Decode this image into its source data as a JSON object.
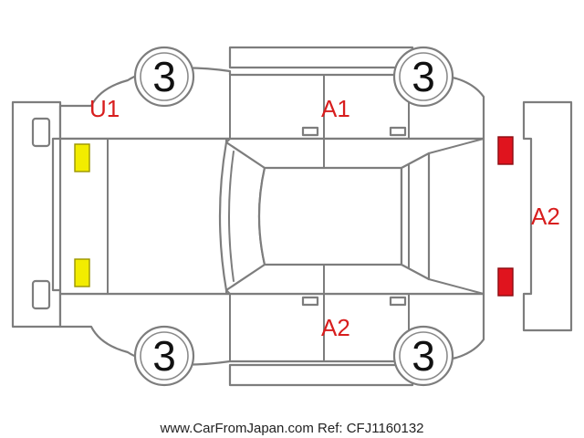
{
  "diagram": {
    "tire_scores": {
      "front_left": "3",
      "rear_left": "3",
      "front_right": "3",
      "rear_right": "3"
    },
    "damage_codes": {
      "front_left_fender": "U1",
      "left_side_doors": "A1",
      "right_side_doors": "A2",
      "rear_bumper": "A2"
    },
    "footer_text": "www.CarFromJapan.com Ref: CFJ1160132",
    "colors": {
      "outline": "#7d7d7d",
      "code_text": "#d81e1e",
      "front_lamps": "#f2ec00",
      "rear_lamps": "#e0141e"
    }
  }
}
